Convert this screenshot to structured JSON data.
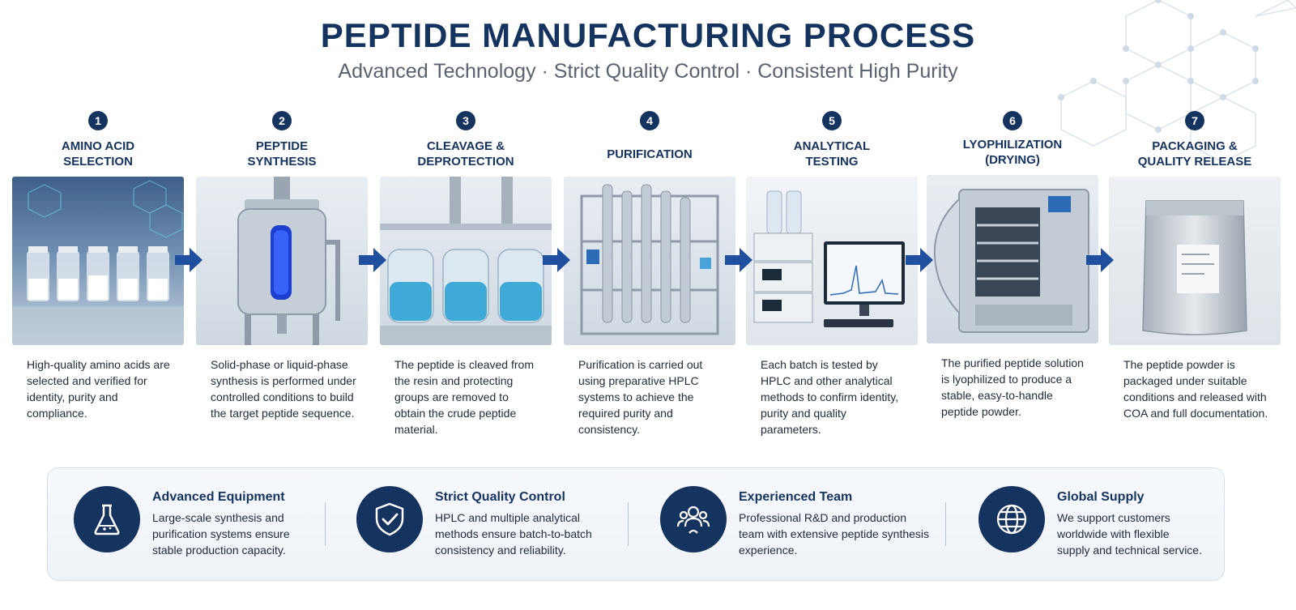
{
  "header": {
    "title": "PEPTIDE MANUFACTURING PROCESS",
    "subtitle": "Advanced Technology · Strict Quality Control · Consistent High Purity"
  },
  "colors": {
    "primary": "#14335f",
    "arrow": "#1f4f9e",
    "text": "#1f2a3a",
    "muted": "#5a6270"
  },
  "steps": [
    {
      "number": "1",
      "title_line1": "AMINO ACID",
      "title_line2": "SELECTION",
      "description": "High-quality amino acids are selected and verified for identity, purity and compliance.",
      "image_icon": "vials-icon"
    },
    {
      "number": "2",
      "title_line1": "PEPTIDE",
      "title_line2": "SYNTHESIS",
      "description": "Solid-phase or liquid-phase synthesis is performed under controlled conditions to build the target peptide sequence.",
      "image_icon": "reactor-icon"
    },
    {
      "number": "3",
      "title_line1": "CLEAVAGE &",
      "title_line2": "DEPROTECTION",
      "description": "The peptide is cleaved from the resin and protecting groups are removed to obtain the crude peptide material.",
      "image_icon": "flasks-icon"
    },
    {
      "number": "4",
      "title_line1": "PURIFICATION",
      "title_line2": "",
      "description": "Purification is carried out using preparative HPLC systems to achieve the required purity and consistency.",
      "image_icon": "hplc-icon"
    },
    {
      "number": "5",
      "title_line1": "ANALYTICAL",
      "title_line2": "TESTING",
      "description": "Each batch is tested by HPLC and other analytical methods to confirm identity, purity and quality parameters.",
      "image_icon": "analyzer-icon"
    },
    {
      "number": "6",
      "title_line1": "LYOPHILIZATION",
      "title_line2": "(DRYING)",
      "description": "The purified peptide solution is lyophilized to produce a stable, easy-to-handle peptide powder.",
      "image_icon": "freeze-dryer-icon"
    },
    {
      "number": "7",
      "title_line1": "PACKAGING &",
      "title_line2": "QUALITY RELEASE",
      "description": "The peptide powder is packaged under suitable conditions and released with COA and full documentation.",
      "image_icon": "foil-pouch-icon"
    }
  ],
  "benefits": [
    {
      "title": "Advanced Equipment",
      "description": "Large-scale synthesis and purification systems ensure stable production capacity.",
      "icon": "flask-icon"
    },
    {
      "title": "Strict Quality Control",
      "description": "HPLC and multiple analytical methods ensure batch-to-batch consistency and reliability.",
      "icon": "shield-check-icon"
    },
    {
      "title": "Experienced Team",
      "description": "Professional R&D and production team with extensive peptide synthesis experience.",
      "icon": "team-icon"
    },
    {
      "title": "Global Supply",
      "description": "We support customers worldwide with flexible supply and technical service.",
      "icon": "globe-icon"
    }
  ]
}
